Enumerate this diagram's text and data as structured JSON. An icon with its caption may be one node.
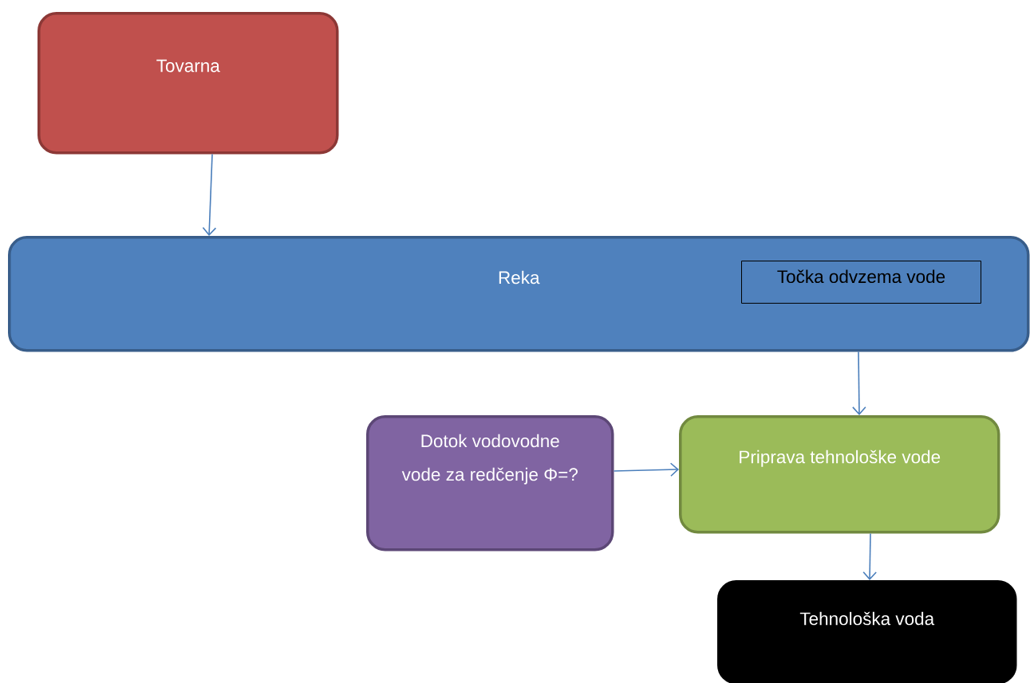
{
  "diagram": {
    "nodes": [
      {
        "text": [
          "Tovarna"
        ]
      },
      {
        "text": [
          "Reka"
        ]
      },
      {
        "text": [
          "Točka odvzema vode"
        ],
        "in": 1
      },
      {
        "text": [
          "Dotok vodovodne vode za redčenje Φ=?"
        ]
      },
      {
        "text": [
          "Priprava tehnološke vode"
        ]
      },
      {
        "text": [
          "Tehnološka voda"
        ]
      }
    ],
    "edges": [
      {
        "from": 0,
        "to": 1,
        "arrow": "to"
      },
      {
        "from": 1,
        "to": 4,
        "arrow": "to"
      },
      {
        "from": 3,
        "to": 4,
        "arrow": "to"
      },
      {
        "from": 4,
        "to": 5,
        "arrow": "to"
      }
    ]
  }
}
